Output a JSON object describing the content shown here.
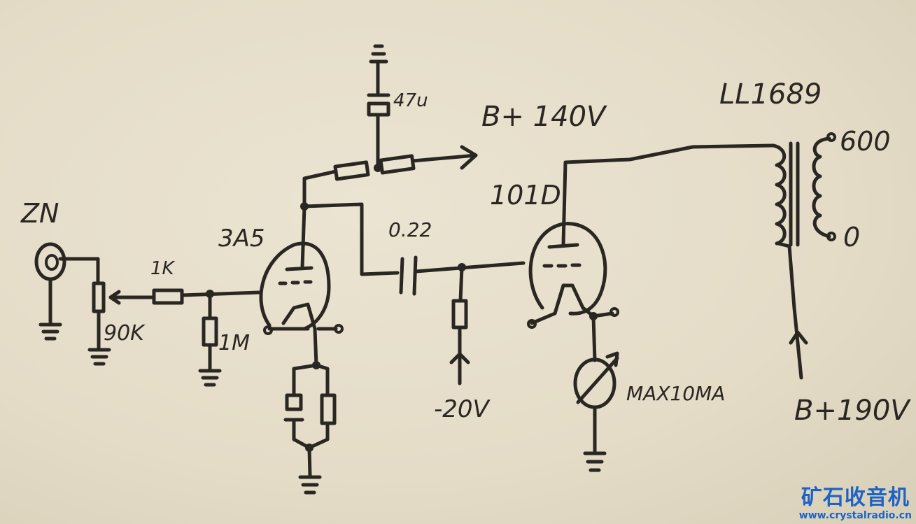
{
  "labels": {
    "input": "ZN",
    "pot": "90K",
    "series_res": "1K",
    "grid_res": "1M",
    "driver_tube": "3A5",
    "decoupling_cap": "47u",
    "supply_low": "B+ 140V",
    "coupling_cap": "0.22",
    "bias": "-20V",
    "output_tube": "101D",
    "meter": "MAX10MA",
    "transformer": "LL1689",
    "out_600": "600",
    "out_0": "0",
    "supply_high": "B+190V"
  },
  "watermark": {
    "text": "矿石收音机",
    "url": "www.crystalradio.cn"
  }
}
